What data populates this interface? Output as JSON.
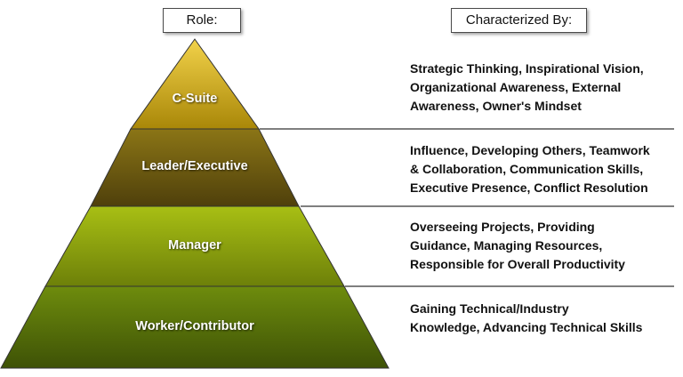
{
  "headers": {
    "role": "Role:",
    "characterized_by": "Characterized By:"
  },
  "colors": {
    "csuite": "#c9a515",
    "leader": "#6f5c12",
    "manager": "#8ea20d",
    "worker": "#5f7a0b",
    "divider": "#333333"
  },
  "tiers": [
    {
      "role": "C-Suite",
      "traits": [
        "Strategic Thinking, Inspirational Vision,",
        "Organizational Awareness, External",
        "Awareness, Owner's Mindset"
      ]
    },
    {
      "role": "Leader/Executive",
      "traits": [
        "Influence, Developing Others, Teamwork",
        "& Collaboration,  Communication Skills,",
        "Executive Presence, Conflict Resolution"
      ]
    },
    {
      "role": "Manager",
      "traits": [
        "Overseeing Projects, Providing",
        "Guidance, Managing Resources,",
        "Responsible for Overall Productivity"
      ]
    },
    {
      "role": "Worker/Contributor",
      "traits": [
        "Gaining Technical/Industry",
        "Knowledge, Advancing Technical Skills"
      ]
    }
  ]
}
